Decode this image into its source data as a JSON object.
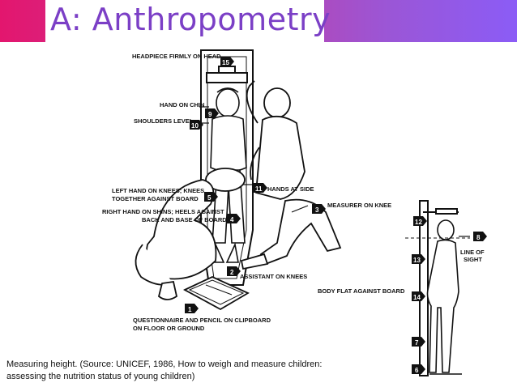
{
  "slide": {
    "title": "A: Anthropometry",
    "caption": "Measuring height. (Source: UNICEF, 1986, How to weigh and measure children: assessing the nutrition status of young children)"
  },
  "figure": {
    "labels": {
      "headpiece": "HEADPIECE FIRMLY ON HEAD",
      "hand_on_chin": "HAND ON CHIN",
      "shoulders_level": "SHOULDERS LEVEL",
      "left_hand_1": "LEFT HAND ON KNEES; KNEES",
      "left_hand_2": "TOGETHER  AGAINST BOARD",
      "right_hand_1": "RIGHT HAND ON SHINS; HEELS AGAINST",
      "right_hand_2": "BACK AND BASE OF BOARD",
      "hands_at_side": "HANDS AT SIDE",
      "measurer_on_knee": "MEASURER ON KNEE",
      "assistant_on_knees": "ASSISTANT ON KNEES",
      "body_flat": "BODY FLAT AGAINST BOARD",
      "questionnaire_1": "QUESTIONNAIRE AND PENCIL ON CLIPBOARD",
      "questionnaire_2": "ON FLOOR OR GROUND",
      "line_of_sight_1": "LINE OF",
      "line_of_sight_2": "SIGHT"
    },
    "markers": {
      "m1": "1",
      "m2": "2",
      "m3": "3",
      "m4": "4",
      "m5": "5",
      "m6": "6",
      "m7": "7",
      "m8": "8",
      "m9": "9",
      "m10": "10",
      "m11": "11",
      "m12": "12",
      "m13": "13",
      "m14": "14",
      "m15": "15"
    }
  }
}
